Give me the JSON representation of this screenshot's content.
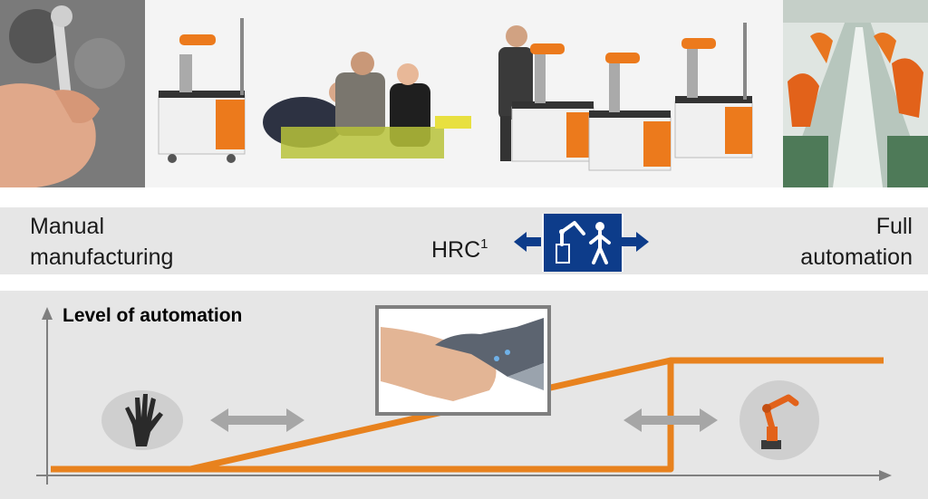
{
  "stages": {
    "manual_label_line1": "Manual",
    "manual_label_line2": "manufacturing",
    "hrc_label": "HRC",
    "hrc_footnote": "1",
    "full_label_line1": "Full",
    "full_label_line2": "automation"
  },
  "chart": {
    "title": "Level of automation"
  },
  "colors": {
    "band": "#e6e6e6",
    "automation_line": "#e8821e",
    "arrow_gray": "#a6a6a6",
    "hrc_blue": "#0d3c8a",
    "axis": "#7f7f7f"
  },
  "icons": [
    "hand-icon",
    "handshake-icon",
    "robot-arm-icon",
    "hrc-robot-human-icon",
    "arrow-left-icon",
    "arrow-right-icon"
  ]
}
